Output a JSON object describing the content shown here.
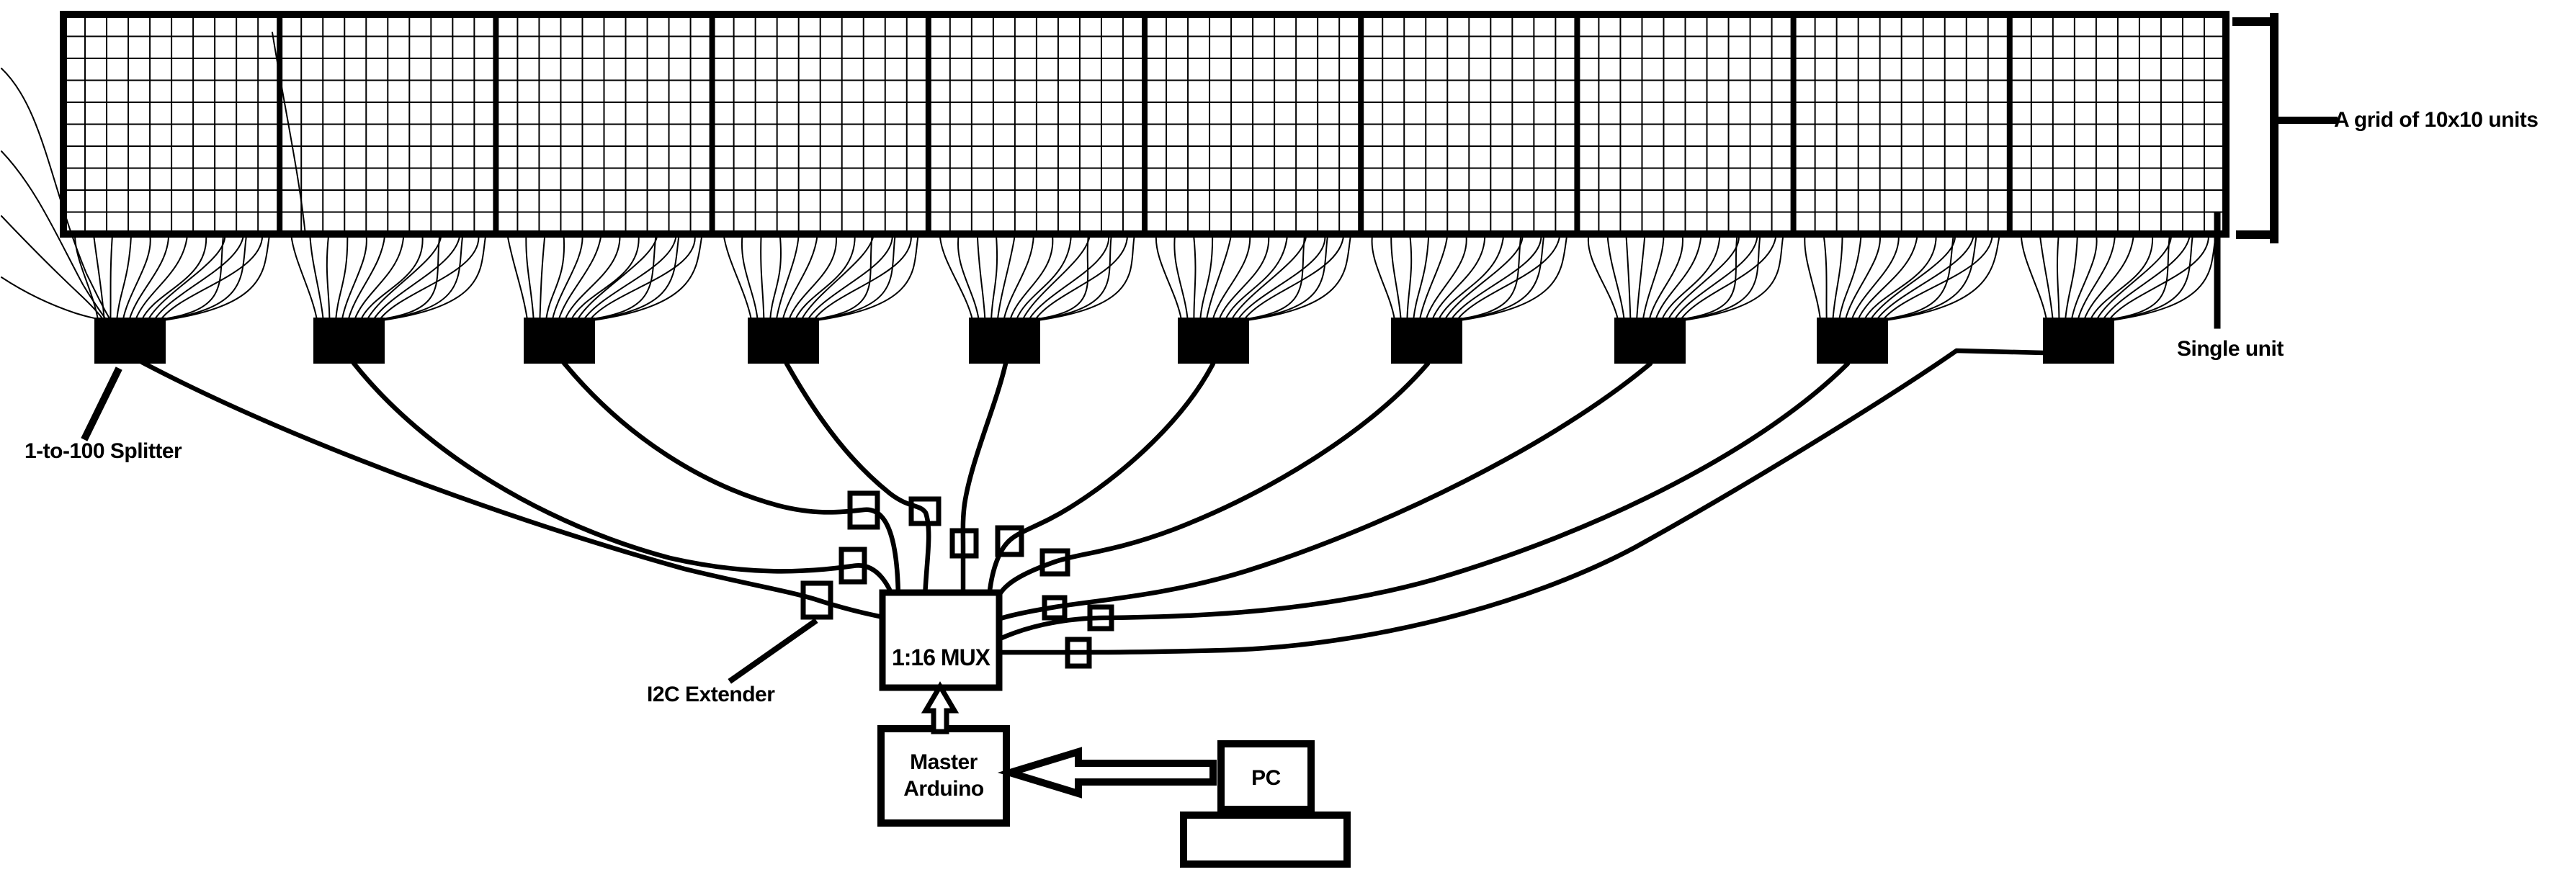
{
  "colors": {
    "ink": "#000000",
    "background": "#ffffff"
  },
  "labels": {
    "grid": "A grid of 10x10 units",
    "single_unit": "Single unit",
    "splitter": "1-to-100 Splitter",
    "extender": "I2C Extender",
    "mux": "1:16 MUX",
    "arduino": [
      "Master",
      "Arduino"
    ],
    "pc": "PC"
  },
  "structure": {
    "grid_sections": 10,
    "units_per_section": "10x10",
    "splitter_count": 10,
    "extender_count": 10,
    "mux_channels": "1:16"
  }
}
